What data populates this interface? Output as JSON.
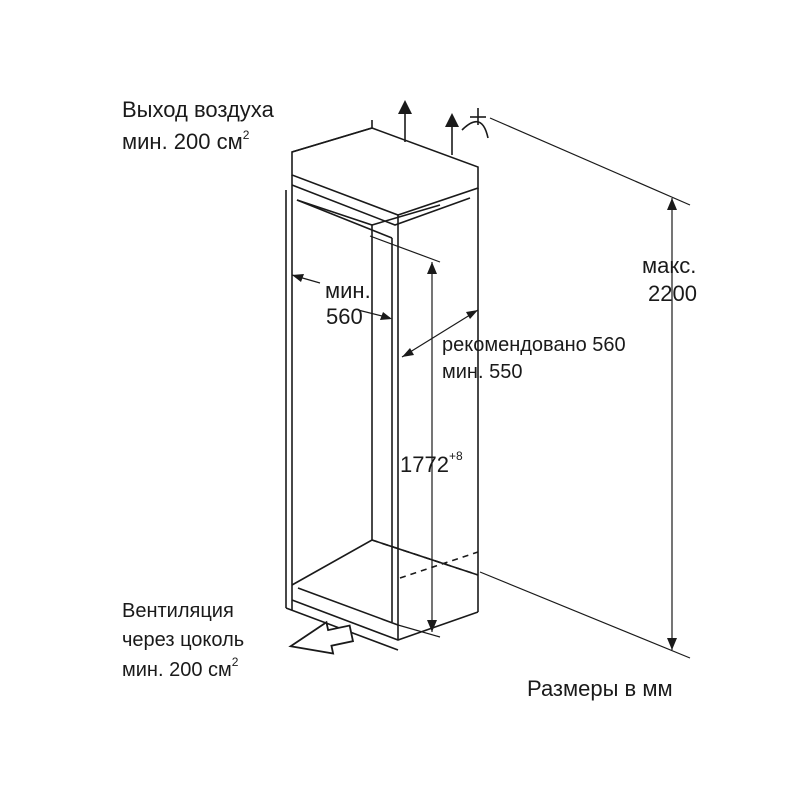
{
  "labels": {
    "air_outlet_line1": "Выход воздуха",
    "air_outlet_line2": "мин. 200 см",
    "air_outlet_sup": "2",
    "min_width_line1": "мин.",
    "min_width_line2": "560",
    "depth_line1": "рекомендовано 560",
    "depth_line2": "мин. 550",
    "height_value": "1772",
    "height_sup": "+8",
    "max_height_line1": "макс.",
    "max_height_line2": "2200",
    "vent_line1": "Вентиляция",
    "vent_line2": "через цоколь",
    "vent_line3": "мин. 200 см",
    "vent_sup": "2",
    "units": "Размеры в мм"
  },
  "icons": {
    "air_flow": "up-arrow-icon",
    "temperature": "temperature-curve-icon",
    "ventilation_inlet": "hollow-arrow-icon"
  }
}
